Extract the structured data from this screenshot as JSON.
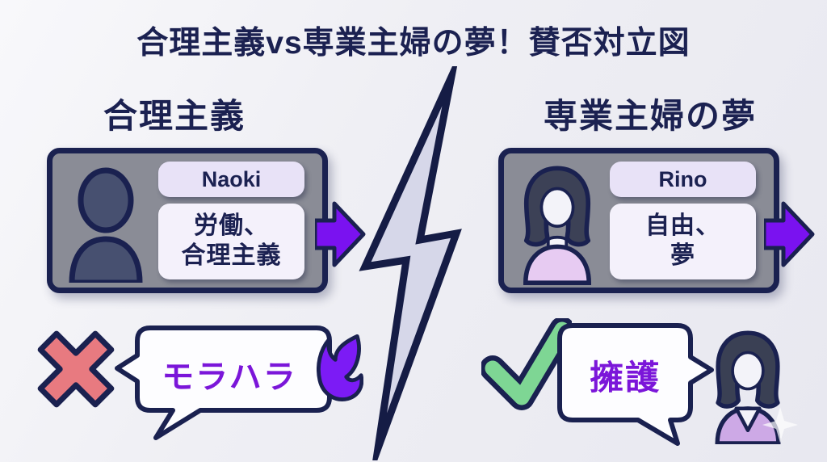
{
  "title": "合理主義vs専業主婦の夢！賛否対立図",
  "left": {
    "heading": "合理主義",
    "card": {
      "name": "Naoki",
      "traits": [
        "労働、",
        "合理主義"
      ]
    },
    "verdict": {
      "label": "モラハラ",
      "mark": "x-mark"
    }
  },
  "right": {
    "heading": "専業主婦の夢",
    "card": {
      "name": "Rino",
      "traits": [
        "自由、",
        "夢"
      ]
    },
    "verdict": {
      "label": "擁護",
      "mark": "check-mark"
    }
  },
  "icons": {
    "divider": "lightning-bolt",
    "left_card_avatar": "male-silhouette",
    "right_card_avatar": "female-avatar",
    "left_verdict_mark": "red-x",
    "right_verdict_mark": "green-check",
    "left_bubble_accent": "purple-flame",
    "right_bubble_accent": "female-avatar",
    "corner_accent": "sparkle"
  },
  "colors": {
    "navy_outline": "#1b2151",
    "card_gray": "#8a8c96",
    "pill_lavender": "#e8e2f7",
    "pill_white": "#f4f1fb",
    "accent_purple": "#7a12f0",
    "verdict_purple": "#7b16d9",
    "x_red": "#e87a80",
    "check_green": "#7ed694",
    "bolt_fill": "#d6d7e9",
    "background": "#efeff4"
  }
}
